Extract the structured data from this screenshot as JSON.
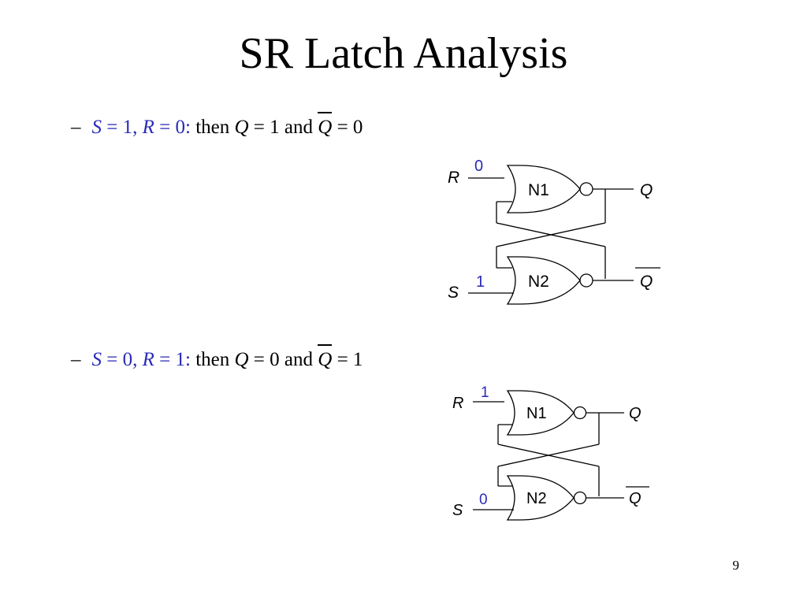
{
  "slide": {
    "title": "SR Latch Analysis",
    "page_number": "9"
  },
  "bullets": [
    {
      "dash": "–",
      "s_label": "S",
      "s_eq": " = 1, ",
      "r_label": "R",
      "r_eq": " = 0:",
      "then": " then ",
      "q": "Q",
      "q_eq": " = 1 and ",
      "qbar": "Q",
      "qbar_eq": " = 0"
    },
    {
      "dash": "–",
      "s_label": "S",
      "s_eq": " = 0, ",
      "r_label": "R",
      "r_eq": " = 1:",
      "then": " then ",
      "q": "Q",
      "q_eq": " = 0 and ",
      "qbar": "Q",
      "qbar_eq": " = 1"
    }
  ],
  "diagrams": [
    {
      "r_label": "R",
      "s_label": "S",
      "r_value": "0",
      "s_value": "1",
      "gate_top": "N1",
      "gate_bottom": "N2",
      "q_label": "Q",
      "qbar_label": "Q"
    },
    {
      "r_label": "R",
      "s_label": "S",
      "r_value": "1",
      "s_value": "0",
      "gate_top": "N1",
      "gate_bottom": "N2",
      "q_label": "Q",
      "qbar_label": "Q"
    }
  ],
  "colors": {
    "value_blue": "#2a2ab8",
    "ink": "#000000"
  }
}
